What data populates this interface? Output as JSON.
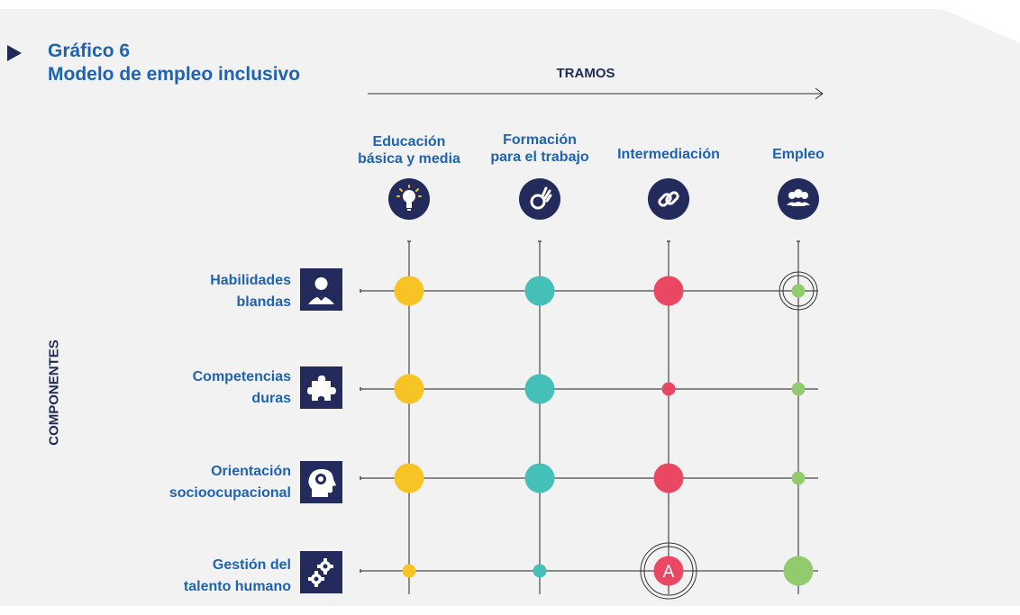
{
  "header": {
    "figure_label": "Gráfico 6",
    "title": "Modelo de empleo inclusivo"
  },
  "axes": {
    "columns_label": "TRAMOS",
    "rows_label": "COMPONENTES"
  },
  "columns": [
    {
      "line1": "Educación",
      "line2": "básica y media",
      "icon": "lightbulb-icon"
    },
    {
      "line1": "Formación",
      "line2": "para el trabajo",
      "icon": "hand-ok-icon"
    },
    {
      "line1": "Intermediación",
      "line2": "",
      "icon": "link-icon"
    },
    {
      "line1": "Empleo",
      "line2": "",
      "icon": "people-group-icon"
    }
  ],
  "rows": [
    {
      "line1": "Habilidades",
      "line2": "blandas",
      "icon": "person-heart-icon"
    },
    {
      "line1": "Competencias",
      "line2": "duras",
      "icon": "puzzle-piece-icon"
    },
    {
      "line1": "Orientación",
      "line2": "socioocupacional",
      "icon": "head-brain-icon"
    },
    {
      "line1": "Gestión del",
      "line2": "talento humano",
      "icon": "gears-icon"
    }
  ],
  "column_colors": [
    "#f8c425",
    "#45c0b8",
    "#ea4763",
    "#92cb6e"
  ],
  "matrix": [
    [
      {
        "size": "large"
      },
      {
        "size": "large"
      },
      {
        "size": "large"
      },
      {
        "size": "small",
        "ring": true
      }
    ],
    [
      {
        "size": "large"
      },
      {
        "size": "large"
      },
      {
        "size": "small"
      },
      {
        "size": "small"
      }
    ],
    [
      {
        "size": "large"
      },
      {
        "size": "large"
      },
      {
        "size": "large"
      },
      {
        "size": "small"
      }
    ],
    [
      {
        "size": "small"
      },
      {
        "size": "small"
      },
      {
        "size": "large",
        "ring": true,
        "label": "A"
      },
      {
        "size": "large"
      }
    ]
  ]
}
